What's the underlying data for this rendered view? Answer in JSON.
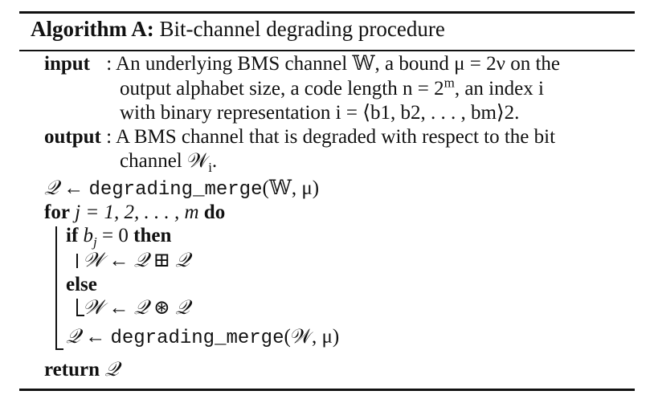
{
  "algorithm": {
    "label": "Algorithm A:",
    "title": "Bit-channel degrading procedure"
  },
  "input": {
    "keyword": "input",
    "line1": ": An underlying BMS channel 𝕎, a bound μ = 2ν on the",
    "line2": "output alphabet size, a code length n = 2",
    "line2_sup": "m",
    "line2_end": ", an index i",
    "line3": "with binary representation i = ⟨b",
    "line3_rest": "1, b2, . . . , bm⟩2."
  },
  "output": {
    "keyword": "output",
    "line1": ": A BMS channel that is degraded with respect to the bit",
    "line2": "channel 𝒲",
    "line2_sub": "i",
    "line2_end": "."
  },
  "steps": {
    "q_lhs": "𝒬 ←",
    "merge_fn": "degrading_merge",
    "merge_args1": "(𝕎, μ)",
    "for_kw": "for",
    "for_expr": "j = 1, 2, . . . , m",
    "do_kw": "do",
    "if_kw": "if",
    "if_expr_b": "b",
    "if_expr_sub": "j",
    "if_expr_rest": " = 0",
    "then_kw": "then",
    "assign1": "𝒲 ← 𝒬 ⊞ 𝒬",
    "else_kw": "else",
    "assign2": "𝒲 ← 𝒬 ⊛ 𝒬",
    "q_lhs2": "𝒬 ←",
    "merge_args2": "(𝒲, μ)",
    "return_kw": "return",
    "return_val": "𝒬"
  }
}
